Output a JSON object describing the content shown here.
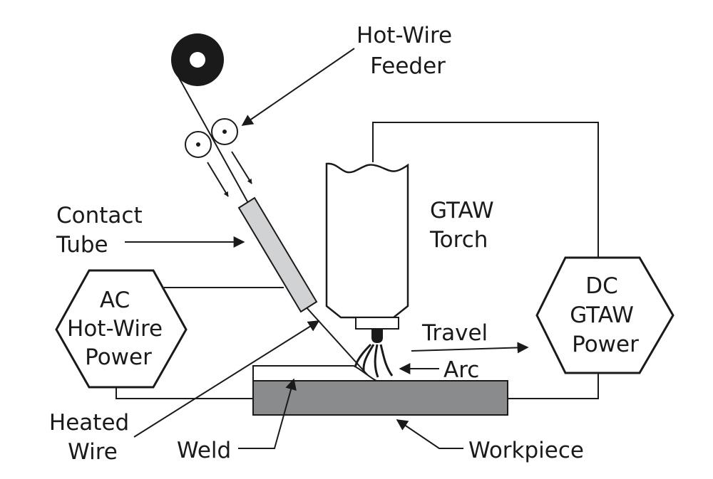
{
  "labels": {
    "feeder": [
      "Hot-Wire",
      "Feeder"
    ],
    "contact_tube": [
      "Contact",
      "Tube"
    ],
    "gtaw_torch": [
      "GTAW",
      "Torch"
    ],
    "ac_power": [
      "AC",
      "Hot-Wire",
      "Power"
    ],
    "dc_power": [
      "DC",
      "GTAW",
      "Power"
    ],
    "travel": "Travel",
    "arc": "Arc",
    "heated_wire": [
      "Heated",
      "Wire"
    ],
    "weld": "Weld",
    "workpiece": "Workpiece"
  },
  "colors": {
    "line": "#1a1a1a",
    "contact_tube_fill": "#d0d2d3",
    "workpiece_fill": "#8a8b8d",
    "background": "#ffffff"
  }
}
